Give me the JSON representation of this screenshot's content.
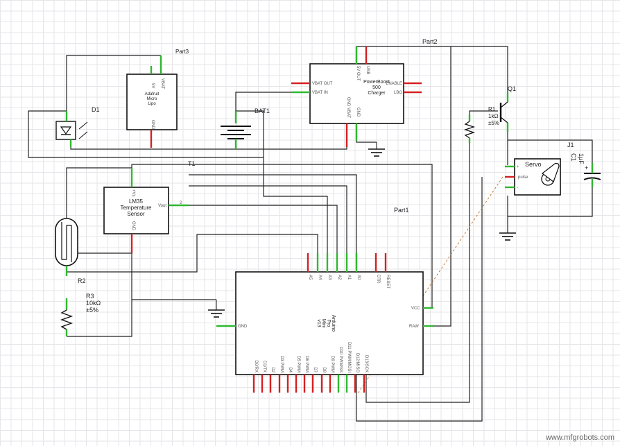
{
  "parts": {
    "part3": {
      "label": "Part3",
      "name_lines": [
        "Adafruit",
        "Micro",
        "Lipo"
      ],
      "pins": {
        "5v": "5V",
        "vbat": "VBAT",
        "gnd": "GND"
      }
    },
    "part2": {
      "label": "Part2",
      "name_lines": [
        "PowerBoost",
        "500",
        "Charger"
      ],
      "pins": {
        "vbat_out": "VBAT OUT",
        "vbat_in": "VBAT IN",
        "enable": "ENABLE",
        "lbo": "LBO",
        "5v": "5V OUT",
        "usb": "USB",
        "gnd": "GND",
        "gnd_vbat": "GND VBAT"
      }
    },
    "part1": {
      "label": "Part1",
      "name_lines": [
        "Arduino",
        "Pro",
        "Mini",
        "v13"
      ],
      "pins_top": [
        "A5",
        "A4",
        "A3",
        "A2",
        "A1",
        "A0",
        "DTR",
        "RESET"
      ],
      "pins_right": [
        "VCC",
        "RAW"
      ],
      "pin_gnd": "GND",
      "pins_bottom": [
        "D0/RX",
        "D1/TX",
        "D2",
        "D3 PWM",
        "D4",
        "D5 PWM",
        "D6 PWM",
        "D7",
        "D8",
        "D9 PWM",
        "D10 PWM/SS",
        "D11 PWM/MOSI",
        "D12/MISO",
        "D13/SCK"
      ]
    },
    "t1": {
      "label": "T1",
      "name_lines": [
        "LM35",
        "Temperature",
        "Sensor"
      ],
      "pins": {
        "vs": "+Vs",
        "vout": "Vout",
        "gnd": "GND",
        "pin_no": "2"
      }
    },
    "d1": {
      "label": "D1"
    },
    "bat1": {
      "label": "BAT1"
    },
    "r2": {
      "label": "R2"
    },
    "r3": {
      "label": "R3",
      "value": "10kΩ",
      "tolerance": "±5%"
    },
    "r1": {
      "label": "R1",
      "value": "1kΩ",
      "tolerance": "±5%"
    },
    "q1": {
      "label": "Q1"
    },
    "j1": {
      "label": "J1",
      "name": "Servo",
      "pins": {
        "plus": "+",
        "pulse": "pulse",
        "minus": "-"
      }
    },
    "c1": {
      "label": "C1",
      "value": "1µF",
      "polarity": "+"
    }
  },
  "colors": {
    "pin_ok": "#2fb82f",
    "pin_open": "#d42020",
    "wire": "#222222",
    "ratsnest": "#c87d30",
    "grid": "#e6e6ea"
  },
  "watermark": "www.mfgrobots.com"
}
